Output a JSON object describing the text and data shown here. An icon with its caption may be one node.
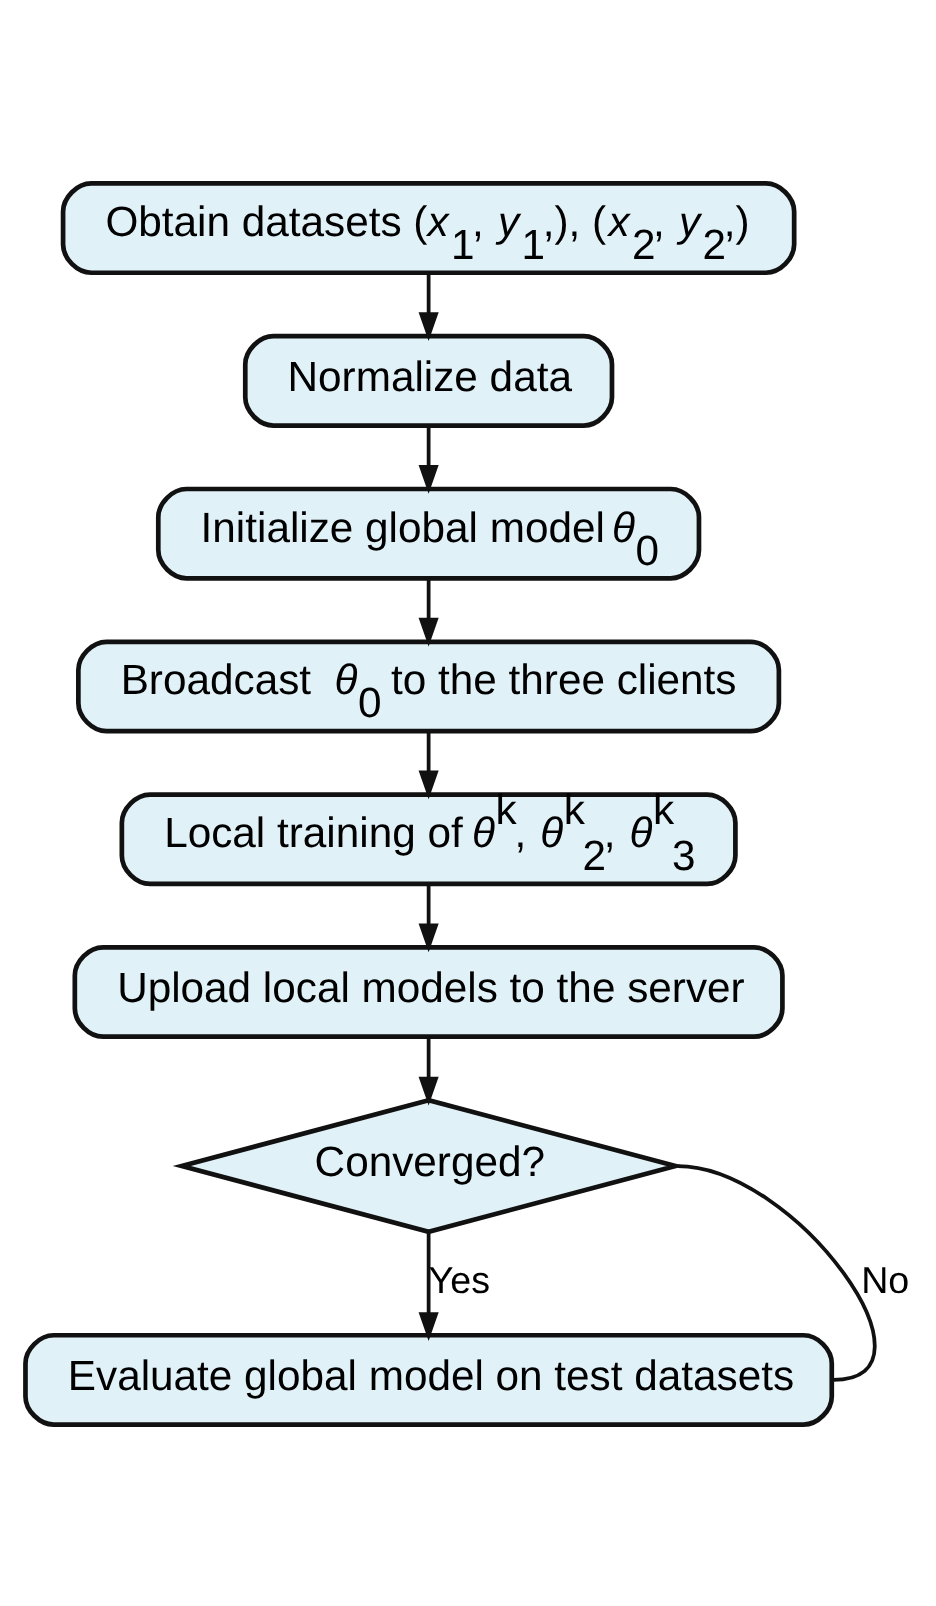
{
  "diagram": {
    "nodes": [
      {
        "text": [
          "Obtain datasets (*x*$_{1}$, *y*$_{1}$,), (*x*$_{2}$, *y*$_{2}$,)"
        ]
      },
      {
        "text": [
          "Normalize data"
        ]
      },
      {
        "text": [
          "Initialize global model *θ*$_{0}$"
        ]
      },
      {
        "text": [
          "Broadcast  *θ*$_{0}$ to the three clients"
        ]
      },
      {
        "text": [
          "Local training of *θ*$^{k}$, *θ*$^{k}$$_{2}$, *θ*$^{k}$$_{3}$"
        ]
      },
      {
        "text": [
          "Upload local models to the server"
        ]
      },
      {
        "text": [
          "Converged?"
        ]
      },
      {
        "text": [
          "Evaluate global model on test datasets"
        ]
      }
    ],
    "edges": [
      {
        "from": 0,
        "to": 1,
        "arrow": "to"
      },
      {
        "from": 1,
        "to": 2,
        "arrow": "to"
      },
      {
        "from": 2,
        "to": 3,
        "arrow": "to"
      },
      {
        "from": 3,
        "to": 4,
        "arrow": "to"
      },
      {
        "from": 4,
        "to": 5,
        "arrow": "to"
      },
      {
        "from": 5,
        "to": 6,
        "arrow": "to"
      },
      {
        "from": 6,
        "to": 7,
        "arrow": "to",
        "label": "Yes"
      },
      {
        "from": 6,
        "to": 7,
        "arrow": "none",
        "label": "No"
      }
    ]
  }
}
